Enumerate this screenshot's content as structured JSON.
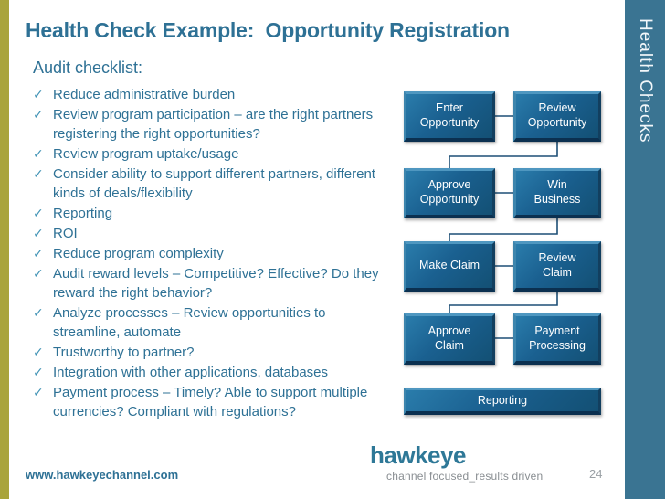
{
  "slide": {
    "title": "Health Check Example:  Opportunity Registration",
    "page_number": "24"
  },
  "side_tab": {
    "label": "Health Checks"
  },
  "checklist": {
    "heading": "Audit checklist:",
    "check_glyph": "✓",
    "items": [
      "Reduce administrative burden",
      "Review program participation – are the right partners registering the right opportunities?",
      "Review program uptake/usage",
      "Consider ability to support different partners, different kinds of deals/flexibility",
      "Reporting",
      "ROI",
      "Reduce program complexity",
      "Audit reward levels – Competitive? Effective? Do they reward the right behavior?",
      "Analyze processes – Review opportunities to streamline, automate",
      "Trustworthy to partner?",
      "Integration with other applications, databases",
      "Payment process – Timely? Able to support multiple currencies? Compliant with regulations?"
    ]
  },
  "flowchart": {
    "boxes": [
      {
        "label": "Enter\nOpportunity"
      },
      {
        "label": "Review\nOpportunity"
      },
      {
        "label": "Approve\nOpportunity"
      },
      {
        "label": "Win\nBusiness"
      },
      {
        "label": "Make Claim"
      },
      {
        "label": "Review\nClaim"
      },
      {
        "label": "Approve\nClaim"
      },
      {
        "label": "Payment\nProcessing"
      },
      {
        "label": "Reporting"
      }
    ]
  },
  "footer": {
    "website": "www.hawkeyechannel.com",
    "logo": "hawkeye",
    "tagline": "channel focused_results driven"
  },
  "colors": {
    "accent_olive": "#A9A43B",
    "text_blue": "#2E7195",
    "checkmark_blue": "#4193B5",
    "box_blue": "#19608D",
    "sidebar_teal": "#3A7492"
  }
}
